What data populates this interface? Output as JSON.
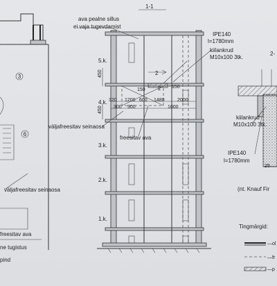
{
  "section_title": "1-1",
  "note_top_line1": "ava pealne sillus",
  "note_top_line2": "ei vaja tugevdamist",
  "floors": [
    "5.k.",
    "4.k.",
    "3.k.",
    "2.k.",
    "1.k."
  ],
  "beam_main_line1": "IPE140",
  "beam_main_line2": "l=1780mm",
  "anchor_main_line1": "kiilankrud",
  "anchor_main_line2": "M10x100 3tk.",
  "dim_450_a": "450",
  "dim_450_b": "450",
  "dim_2_a": "2",
  "dim_2_b": "2",
  "dim_150_a": "150",
  "dim_150_b": "150",
  "dim_320": "320",
  "dim_1200": "1200",
  "dim_600": "600",
  "dim_1480": "1480",
  "dim_2000": "2000",
  "dim_300": "300",
  "dim_900": "900",
  "dim_1000": "1000",
  "label_valjafreesitav_mid": "väljafreesitav seinaosa",
  "label_freesitav_ava": "freesitav ava",
  "label_valjafreesitav_left": "väljafreesitav seinaosa",
  "left_circle_3": "3",
  "left_circle_6": "6",
  "left_bottom_line1": "freesitav ava",
  "left_bottom_line2": "ne tugistus",
  "left_bottom_line3": "pind",
  "right_anchor_line1": "kiilankrud",
  "right_anchor_line2": "M10x100 3tk.",
  "right_beam_line1": "IPE140",
  "right_beam_line2": "l=1780mm",
  "right_dim_25": "25",
  "right_top_label": "2-",
  "right_note": "(nt. Knauf Fir",
  "legend_title": "Tingmärgid:",
  "legend_item1": "—ol",
  "legend_item2": "—fr",
  "legend_item3": "—p"
}
